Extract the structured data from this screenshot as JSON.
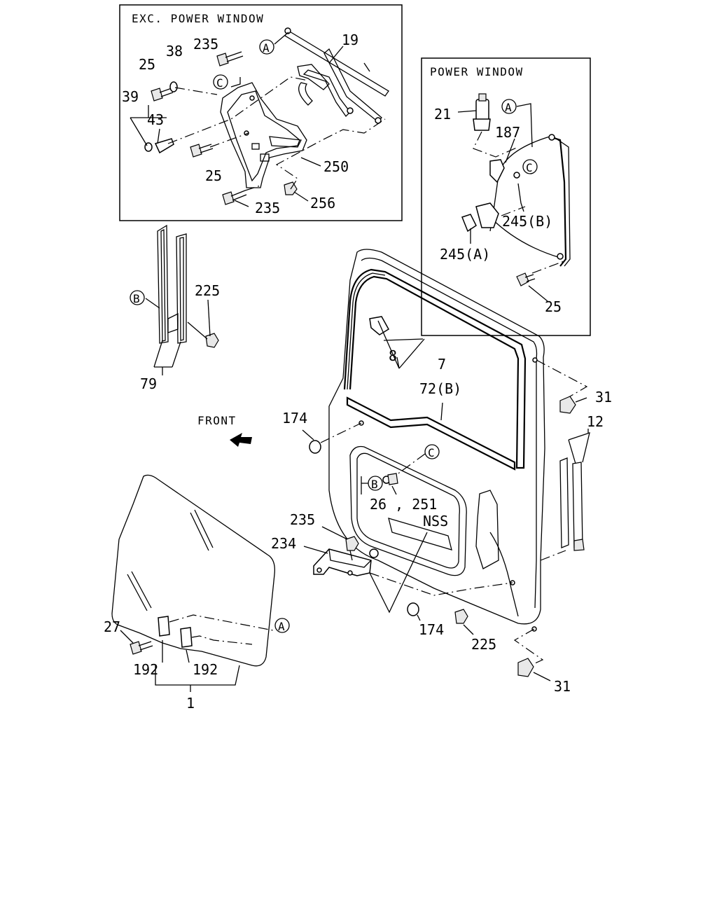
{
  "insets": {
    "manual": "EXC. POWER WINDOW",
    "power": "POWER WINDOW"
  },
  "direction": "FRONT",
  "refs": {
    "a": "A",
    "b": "B",
    "c": "C"
  },
  "parts": {
    "p1": "1",
    "p7": "7",
    "p8": "8",
    "p12": "12",
    "p19": "19",
    "p21": "21",
    "p25": "25",
    "p26_251": "26 , 251",
    "p27": "27",
    "p31": "31",
    "p38": "38",
    "p39": "39",
    "p43": "43",
    "p72b": "72(B)",
    "p79": "79",
    "p174": "174",
    "p187": "187",
    "p192": "192",
    "p225": "225",
    "p234": "234",
    "p235": "235",
    "p245a": "245(A)",
    "p245b": "245(B)",
    "p250": "250",
    "p256": "256",
    "nss": "NSS"
  }
}
